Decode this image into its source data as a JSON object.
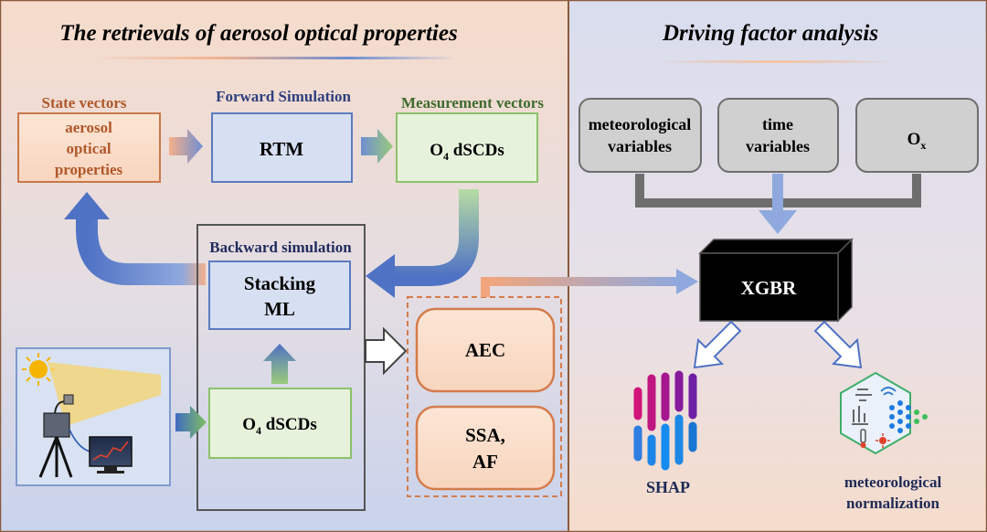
{
  "left_panel": {
    "title": "The retrievals of aerosol optical properties",
    "state_vectors": {
      "heading": "State vectors",
      "lines": [
        "aerosol",
        "optical",
        "properties"
      ]
    },
    "forward_simulation": {
      "heading": "Forward Simulation",
      "box_label": "RTM"
    },
    "measurement_vectors": {
      "heading": "Measurement vectors",
      "box_label_main": "O",
      "box_label_sub": "4",
      "box_label_rest": " dSCDs"
    },
    "backward_simulation": {
      "heading": "Backward simulation",
      "model_lines": [
        "Stacking",
        "ML"
      ],
      "obs_label_main": "O",
      "obs_label_sub": "4",
      "obs_label_rest": " dSCDs"
    },
    "outputs": {
      "aec": "AEC",
      "ssa_lines": [
        "SSA,",
        "AF"
      ]
    }
  },
  "right_panel": {
    "title": "Driving factor analysis",
    "inputs": {
      "meteorological_lines": [
        "meteorological",
        "variables"
      ],
      "time_lines": [
        "time",
        "variables"
      ],
      "ox_main": "O",
      "ox_sub": "x"
    },
    "model_label": "XGBR",
    "shap_label": "SHAP",
    "normalization_lines": [
      "meteorological",
      "normalization"
    ]
  },
  "colors": {
    "orange_border": "#C8784A",
    "blue_border": "#5B7BC0",
    "green_border": "#8CC26A",
    "gray_box": "#D0D0D0",
    "gray_border": "#6E6E6E",
    "black_box": "#000000",
    "left_title": "#000000",
    "heading_orange": "#B0582A",
    "heading_blue": "#2E3F7E",
    "heading_green": "#3F6B2E"
  }
}
